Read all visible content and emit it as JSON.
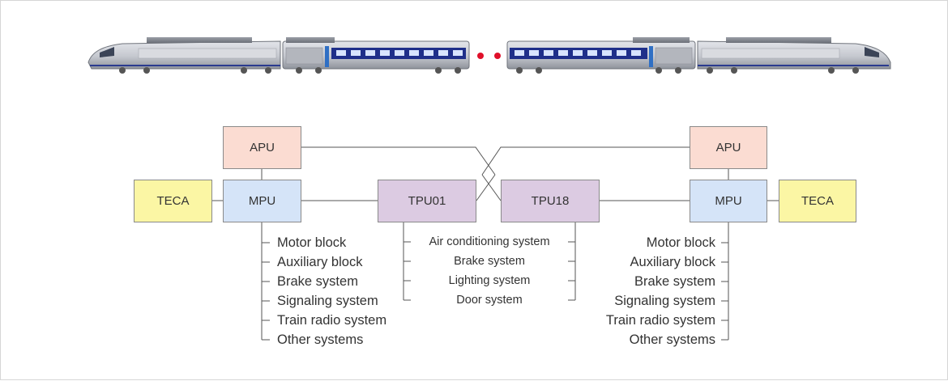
{
  "diagram": {
    "left": {
      "apu": "APU",
      "mpu": "MPU",
      "teca": "TECA",
      "tpu": "TPU01",
      "mpu_systems": [
        "Motor block",
        "Auxiliary block",
        "Brake system",
        "Signaling system",
        "Train radio system",
        "Other systems"
      ],
      "tpu_systems": [
        "Air conditioning system",
        "Brake system",
        "Lighting system",
        "Door system"
      ]
    },
    "right": {
      "apu": "APU",
      "mpu": "MPU",
      "teca": "TECA",
      "tpu": "TPU18",
      "mpu_systems": [
        "Motor block",
        "Auxiliary block",
        "Brake system",
        "Signaling system",
        "Train radio system",
        "Other systems"
      ]
    }
  },
  "colors": {
    "apu": "#fbdcd2",
    "mpu": "#d5e4f8",
    "teca": "#fbf6a4",
    "tpu": "#dccbe2",
    "ellipsis_dot": "#e0102a",
    "train_body": "#c9ccd3",
    "train_stripe": "#1f2f8a"
  },
  "train": {
    "icon": "high-speed-train-illustration"
  }
}
